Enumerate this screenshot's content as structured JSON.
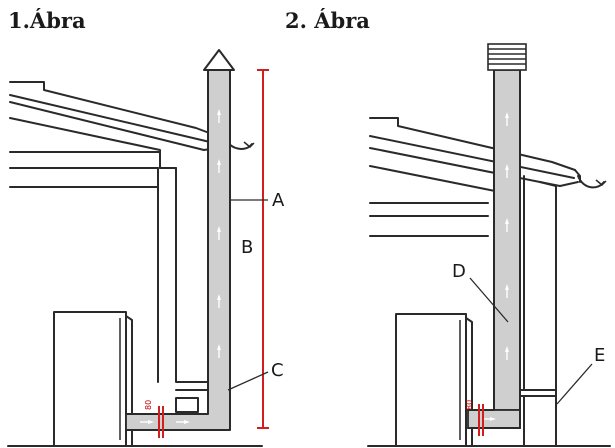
{
  "figures": [
    {
      "title": "1.Ábra",
      "labels": {
        "A": "A",
        "B": "B",
        "C": "C"
      },
      "clearance_mark": "80"
    },
    {
      "title": "2. Ábra",
      "labels": {
        "D": "D",
        "E": "E"
      },
      "clearance_mark": "80"
    }
  ],
  "colors": {
    "outline": "#2a2a2a",
    "pipe_fill": "#cfcfcf",
    "dimension_line": "#d11f1f",
    "flow_arrow": "#ffffff"
  },
  "icons": [
    "conical-cap-icon",
    "louvred-cap-icon",
    "flow-arrow-icon",
    "gutter-icon"
  ]
}
